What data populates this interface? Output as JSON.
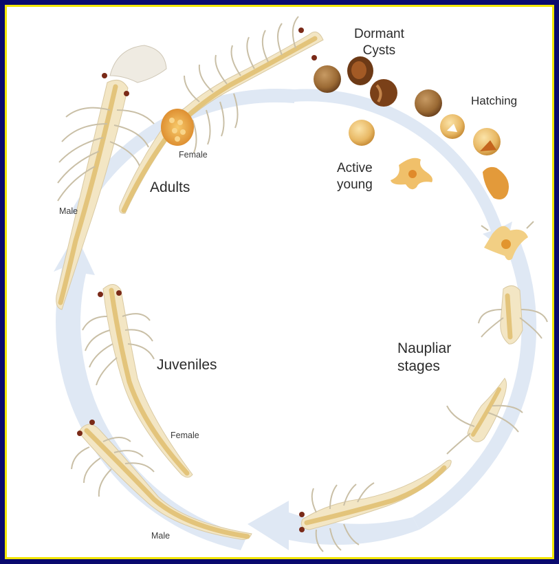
{
  "diagram": {
    "labels": {
      "dormant_cysts": "Dormant\nCysts",
      "hatching": "Hatching",
      "active_young": "Active\nyoung",
      "adults": "Adults",
      "female_adult": "Female",
      "male_adult": "Male",
      "juveniles": "Juveniles",
      "female_juvenile": "Female",
      "male_juvenile": "Male",
      "naupliar_stages": "Naupliar\nstages"
    },
    "colors": {
      "frame_blue": "#0a0a6e",
      "frame_yellow": "#f2e600",
      "cycle_arrow": "#dfe8f4",
      "cyst_brown": "#8a5a2a",
      "body_cream": "#f1e6c8",
      "gut_tan": "#e0c27a",
      "egg_orange": "#e9a63a"
    }
  }
}
